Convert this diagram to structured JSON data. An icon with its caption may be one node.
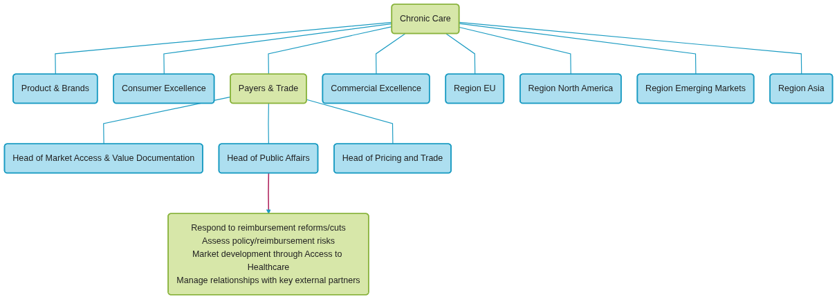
{
  "diagram": {
    "nodes": [
      {
        "text": [
          "Chronic Care"
        ]
      },
      {
        "text": [
          "Product & Brands"
        ]
      },
      {
        "text": [
          "Consumer Excellence"
        ]
      },
      {
        "text": [
          "Payers & Trade"
        ]
      },
      {
        "text": [
          "Commercial Excellence"
        ]
      },
      {
        "text": [
          "Region EU"
        ]
      },
      {
        "text": [
          "Region North America"
        ]
      },
      {
        "text": [
          "Region Emerging Markets"
        ]
      },
      {
        "text": [
          "Region Asia"
        ]
      },
      {
        "text": [
          "Head of Market Access & Value Documentation"
        ]
      },
      {
        "text": [
          "Head of Public Affairs"
        ]
      },
      {
        "text": [
          "Head of Pricing and Trade"
        ]
      },
      {
        "text": [
          "Respond to reimbursement reforms/cuts",
          "Assess policy/reimbursement risks",
          "Market development through Access to Healthcare",
          "Manage relationships with key external partners"
        ]
      }
    ],
    "edges": [
      {
        "from": 0,
        "to": 1,
        "arrow": "none"
      },
      {
        "from": 0,
        "to": 2,
        "arrow": "none"
      },
      {
        "from": 0,
        "to": 3,
        "arrow": "none"
      },
      {
        "from": 0,
        "to": 4,
        "arrow": "none"
      },
      {
        "from": 0,
        "to": 5,
        "arrow": "none"
      },
      {
        "from": 0,
        "to": 6,
        "arrow": "none"
      },
      {
        "from": 0,
        "to": 7,
        "arrow": "none"
      },
      {
        "from": 0,
        "to": 8,
        "arrow": "none"
      },
      {
        "from": 3,
        "to": 9,
        "arrow": "none"
      },
      {
        "from": 3,
        "to": 10,
        "arrow": "none"
      },
      {
        "from": 3,
        "to": 11,
        "arrow": "none"
      },
      {
        "from": 10,
        "to": 12,
        "arrow": "to",
        "color": "#b0245e"
      }
    ]
  }
}
